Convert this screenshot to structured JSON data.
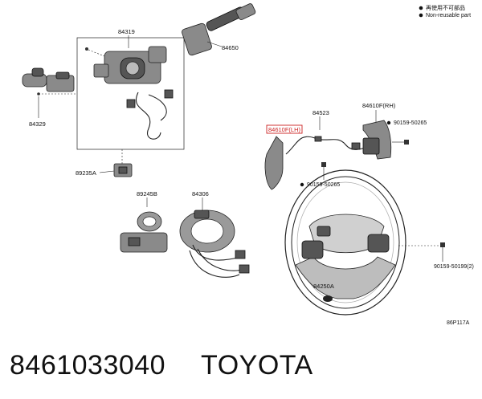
{
  "legend": {
    "item1": "再使用不可部品",
    "item2": "Non-reusable part"
  },
  "labels": {
    "p84319": "84319",
    "p84650": "84650",
    "p84329": "84329",
    "p89235A": "89235A",
    "p84523": "84523",
    "p84610F_RH": "84610F(RH)",
    "p84610F_LH": "84610F(LH)",
    "p90159_50265_a": "90159-50265",
    "p90159_50265_b": "90159-50265",
    "p89245B": "89245B",
    "p84306": "84306",
    "p84250A": "84250A",
    "p90159_50199": "90159-50199(2)"
  },
  "figure_code": "86P117A",
  "footer": {
    "part_number": "8461033040",
    "brand": "TOYOTA"
  },
  "colors": {
    "highlight": "#cc2222",
    "ink": "#111111",
    "part_fill": "#8a8a8a"
  }
}
